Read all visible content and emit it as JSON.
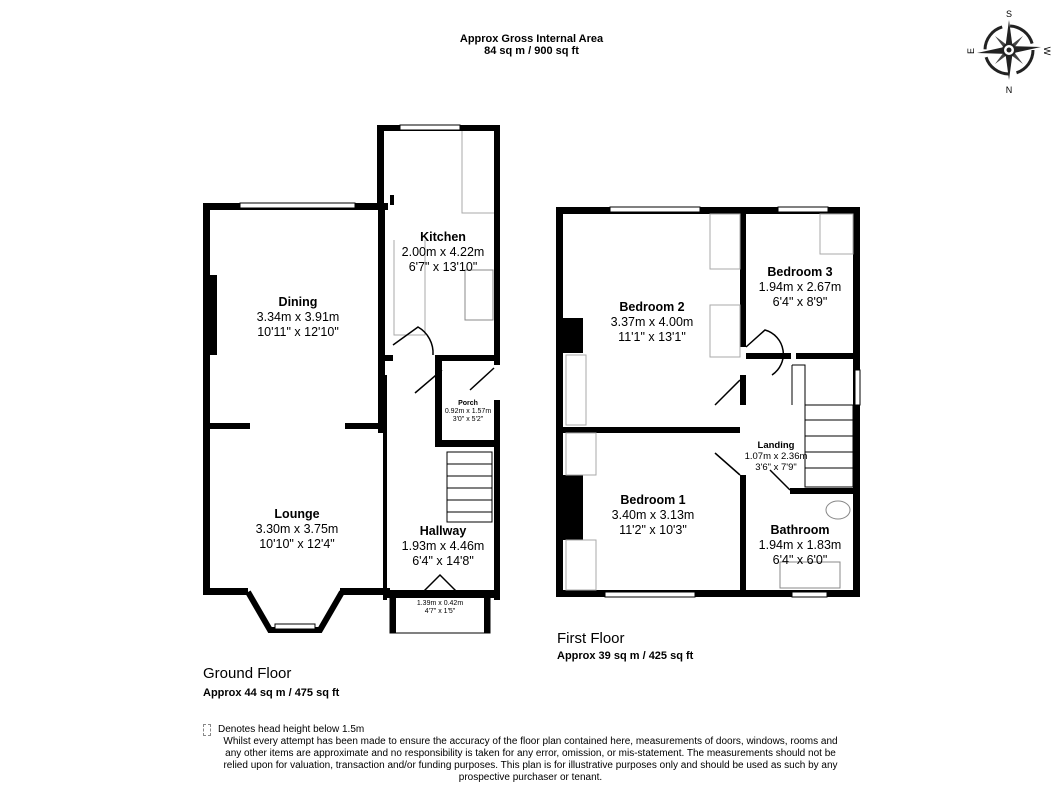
{
  "header": {
    "line1": "Approx Gross Internal Area",
    "line2": "84 sq m / 900 sq ft"
  },
  "compass": {
    "labels": [
      "S",
      "W",
      "N",
      "E"
    ]
  },
  "ground_floor": {
    "title": "Ground Floor",
    "area": "Approx 44 sq m / 475 sq ft",
    "rooms": [
      {
        "name": "Kitchen",
        "metric": "2.00m x 4.22m",
        "imperial": "6'7\" x 13'10\""
      },
      {
        "name": "Dining",
        "metric": "3.34m x 3.91m",
        "imperial": "10'11\" x 12'10\""
      },
      {
        "name": "Lounge",
        "metric": "3.30m x 3.75m",
        "imperial": "10'10\" x 12'4\""
      },
      {
        "name": "Hallway",
        "metric": "1.93m x 4.46m",
        "imperial": "6'4\" x 14'8\""
      },
      {
        "name": "Porch",
        "metric": "0.92m x 1.57m",
        "imperial": "3'0\" x 5'2\""
      },
      {
        "name": "Porch",
        "metric": "1.39m x 0.42m",
        "imperial": "4'7\" x 1'5\""
      }
    ]
  },
  "first_floor": {
    "title": "First Floor",
    "area": "Approx 39 sq m / 425 sq ft",
    "rooms": [
      {
        "name": "Bedroom 2",
        "metric": "3.37m x 4.00m",
        "imperial": "11'1\" x 13'1\""
      },
      {
        "name": "Bedroom 3",
        "metric": "1.94m x 2.67m",
        "imperial": "6'4\" x 8'9\""
      },
      {
        "name": "Landing",
        "metric": "1.07m x 2.36m",
        "imperial": "3'6\" x 7'9\""
      },
      {
        "name": "Bedroom 1",
        "metric": "3.40m x 3.13m",
        "imperial": "11'2\" x 10'3\""
      },
      {
        "name": "Bathroom",
        "metric": "1.94m x 1.83m",
        "imperial": "6'4\" x 6'0\""
      }
    ]
  },
  "legend": "Denotes head height below 1.5m",
  "disclaimer": "Whilst every attempt has been made to ensure the accuracy of the floor plan contained here, measurements of doors, windows, rooms and any other items are approximate and no responsibility is taken for any error, omission, or mis-statement. The measurements should not be relied upon for valuation, transaction and/or funding purposes. This plan is for illustrative purposes only and should be used as such by any prospective purchaser or tenant."
}
